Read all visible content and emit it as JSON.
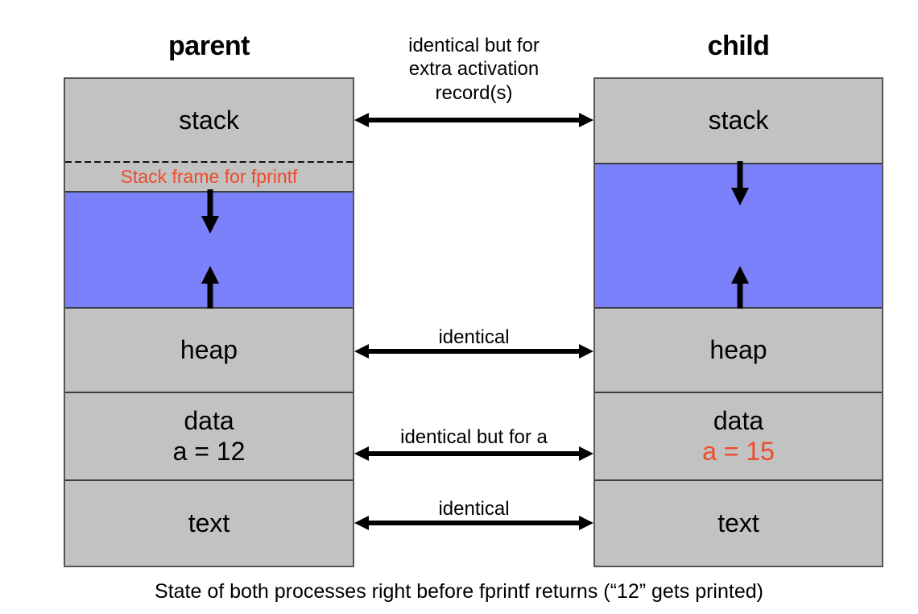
{
  "columns": {
    "parent": {
      "title": "parent",
      "segments": [
        {
          "label": "stack"
        },
        {
          "label": "Stack frame for fprintf",
          "color": "#ee4b2b"
        },
        {
          "label": ""
        },
        {
          "label": "heap"
        },
        {
          "label": "data",
          "value": "a = 12"
        },
        {
          "label": "text"
        }
      ]
    },
    "child": {
      "title": "child",
      "segments": [
        {
          "label": "stack"
        },
        {
          "label": ""
        },
        {
          "label": "heap"
        },
        {
          "label": "data",
          "value": "a = 15"
        },
        {
          "label": "text"
        }
      ]
    }
  },
  "annotations": {
    "stack": "identical but for\nextra activation\nrecord(s)",
    "heap": "identical",
    "data": "identical but for a",
    "text": "identical"
  },
  "caption": "State of both processes right before fprintf returns (“12” gets printed)",
  "colors": {
    "box_fill": "#c2c2c2",
    "free_region": "#7b81fb",
    "highlight_text": "#ee4b2b",
    "stroke": "#3b3b46",
    "background": "#ffffff"
  },
  "icons": {
    "double_arrow": "double-headed-arrow-icon",
    "down_arrow": "down-arrow-icon",
    "up_arrow": "up-arrow-icon"
  }
}
